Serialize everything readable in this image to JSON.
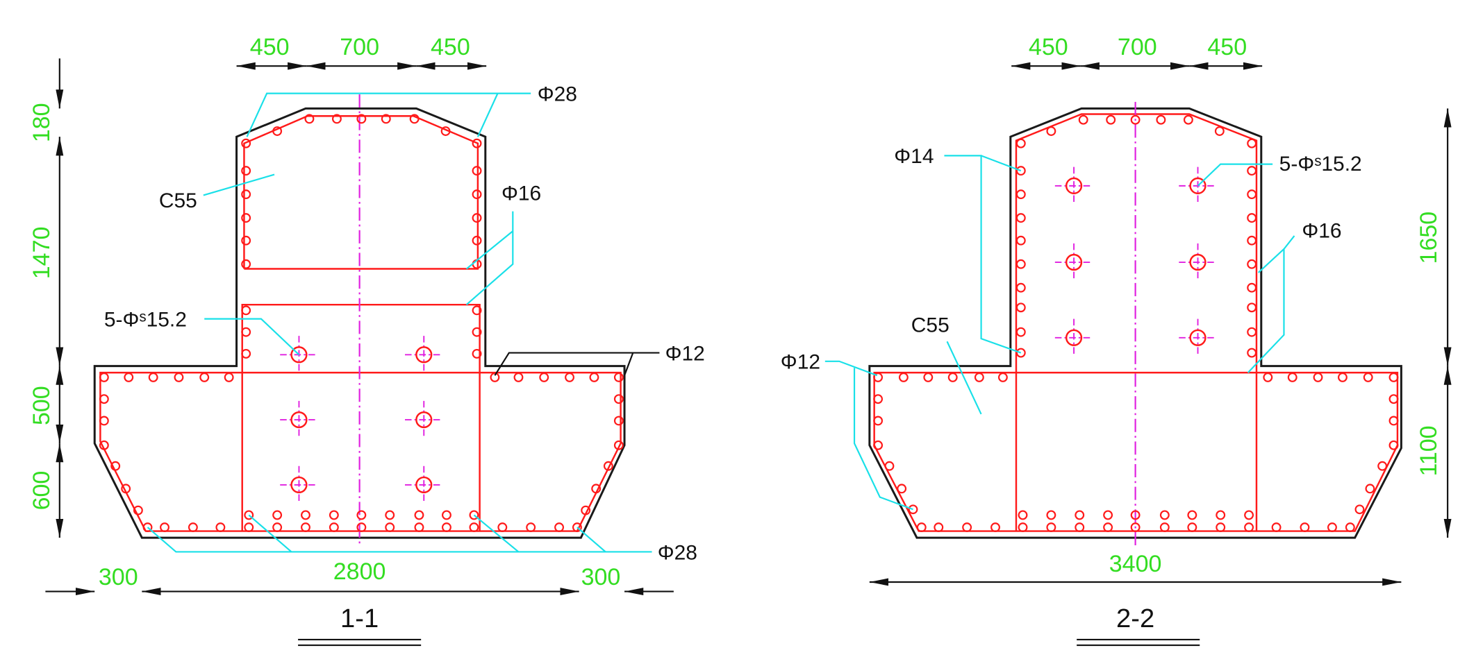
{
  "colors": {
    "outline": "#1a1a1a",
    "rebar": "#ff1a1a",
    "centerline": "#e020e0",
    "leader": "#19e0e8",
    "dimension_text": "#33dd22"
  },
  "section_1": {
    "title": "1-1",
    "dims_top": [
      "450",
      "700",
      "450"
    ],
    "dims_left": [
      "180",
      "1470",
      "500",
      "600"
    ],
    "dims_bottom": [
      "300",
      "2800",
      "300"
    ],
    "labels": {
      "rebar_top": "Φ28",
      "concrete": "C55",
      "rebar_stirrup": "Φ16",
      "strand": "5-Φˢ15.2",
      "rebar_flange": "Φ12",
      "rebar_bottom": "Φ28"
    }
  },
  "section_2": {
    "title": "2-2",
    "dims_top": [
      "450",
      "700",
      "450"
    ],
    "dims_right": [
      "1650",
      "1100"
    ],
    "dims_bottom": [
      "3400"
    ],
    "labels": {
      "rebar_web": "Φ14",
      "strand": "5-Φˢ15.2",
      "rebar_stirrup": "Φ16",
      "concrete": "C55",
      "rebar_flange": "Φ12"
    }
  }
}
